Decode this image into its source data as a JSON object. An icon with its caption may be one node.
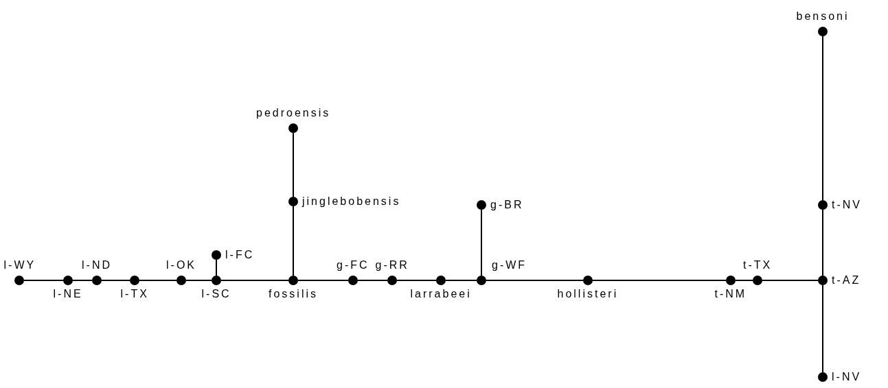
{
  "diagram": {
    "nodes": [
      {
        "text": [
          "l-WY"
        ]
      },
      {
        "text": [
          "l-NE"
        ]
      },
      {
        "text": [
          "l-ND"
        ]
      },
      {
        "text": [
          "l-TX"
        ]
      },
      {
        "text": [
          "l-OK"
        ]
      },
      {
        "text": [
          "l-SC"
        ]
      },
      {
        "text": [
          "l-FC"
        ]
      },
      {
        "text": [
          "fossilis"
        ]
      },
      {
        "text": [
          "jinglebobensis"
        ]
      },
      {
        "text": [
          "pedroensis"
        ]
      },
      {
        "text": [
          "g-FC"
        ]
      },
      {
        "text": [
          "g-RR"
        ]
      },
      {
        "text": [
          "larrabeei"
        ]
      },
      {
        "text": [
          "g-WF"
        ]
      },
      {
        "text": [
          "g-BR"
        ]
      },
      {
        "text": [
          "hollisteri"
        ]
      },
      {
        "text": [
          "t-NM"
        ]
      },
      {
        "text": [
          "t-TX"
        ]
      },
      {
        "text": [
          "t-AZ"
        ]
      },
      {
        "text": [
          "t-NV"
        ]
      },
      {
        "text": [
          "bensoni"
        ]
      },
      {
        "text": [
          "l-NV"
        ]
      }
    ],
    "edges": [
      {
        "from": 0,
        "to": 1,
        "arrow": "none"
      },
      {
        "from": 1,
        "to": 2,
        "arrow": "none"
      },
      {
        "from": 2,
        "to": 3,
        "arrow": "none"
      },
      {
        "from": 3,
        "to": 4,
        "arrow": "none"
      },
      {
        "from": 4,
        "to": 5,
        "arrow": "none"
      },
      {
        "from": 5,
        "to": 6,
        "arrow": "none"
      },
      {
        "from": 5,
        "to": 7,
        "arrow": "none"
      },
      {
        "from": 7,
        "to": 8,
        "arrow": "none"
      },
      {
        "from": 8,
        "to": 9,
        "arrow": "none"
      },
      {
        "from": 7,
        "to": 10,
        "arrow": "none"
      },
      {
        "from": 10,
        "to": 11,
        "arrow": "none"
      },
      {
        "from": 11,
        "to": 12,
        "arrow": "none"
      },
      {
        "from": 12,
        "to": 13,
        "arrow": "none"
      },
      {
        "from": 13,
        "to": 14,
        "arrow": "none"
      },
      {
        "from": 13,
        "to": 15,
        "arrow": "none"
      },
      {
        "from": 15,
        "to": 16,
        "arrow": "none"
      },
      {
        "from": 16,
        "to": 17,
        "arrow": "none"
      },
      {
        "from": 17,
        "to": 18,
        "arrow": "none"
      },
      {
        "from": 18,
        "to": 19,
        "arrow": "none"
      },
      {
        "from": 19,
        "to": 20,
        "arrow": "none"
      },
      {
        "from": 18,
        "to": 21,
        "arrow": "none"
      }
    ]
  }
}
